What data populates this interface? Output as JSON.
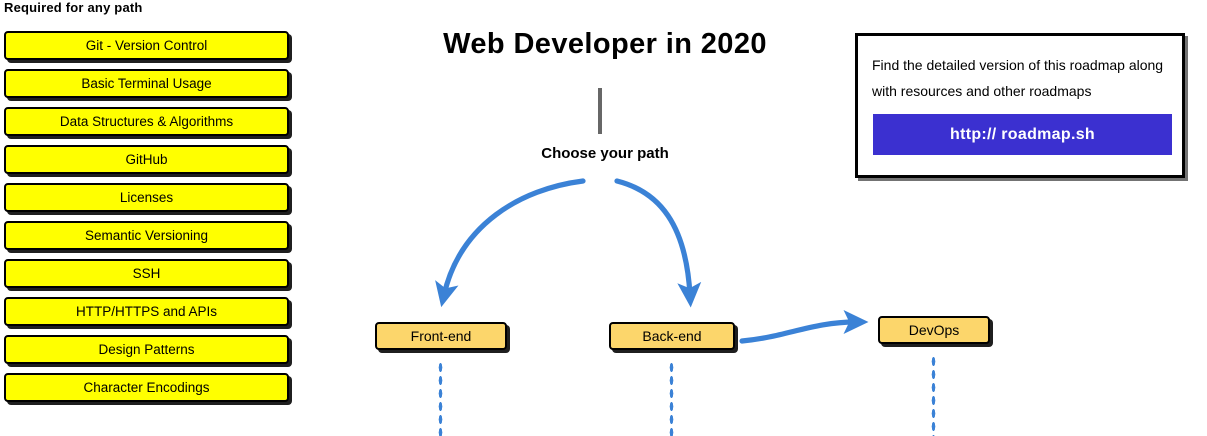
{
  "title": "Web Developer in 2020",
  "center": {
    "choose_path_label": "Choose your path"
  },
  "required_section": {
    "heading": "Required for any path",
    "items": [
      {
        "label": "Git - Version Control"
      },
      {
        "label": "Basic Terminal Usage"
      },
      {
        "label": "Data Structures & Algorithms"
      },
      {
        "label": "GitHub"
      },
      {
        "label": "Licenses"
      },
      {
        "label": "Semantic Versioning"
      },
      {
        "label": "SSH"
      },
      {
        "label": "HTTP/HTTPS and APIs"
      },
      {
        "label": "Design Patterns"
      },
      {
        "label": "Character Encodings"
      }
    ]
  },
  "paths": [
    {
      "label": "Front-end"
    },
    {
      "label": "Back-end"
    },
    {
      "label": "DevOps"
    }
  ],
  "callout": {
    "text": "Find the detailed version of this roadmap along with resources and other roadmaps",
    "link_label": "http:// roadmap.sh"
  },
  "colors": {
    "required_box_fill": "#ffff00",
    "path_box_fill": "#fcd66b",
    "arrow_blue": "#3b82d6",
    "link_button": "#3b30d0",
    "stem_gray": "#676767",
    "outline": "#000000"
  }
}
